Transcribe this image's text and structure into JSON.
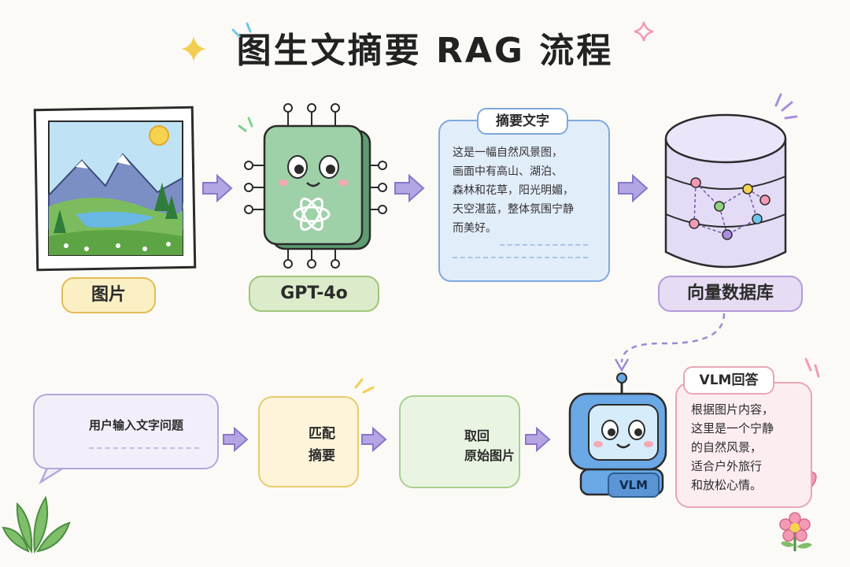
{
  "title": "图生文摘要 RAG 流程",
  "steps": {
    "image": {
      "label": "图片"
    },
    "gpt": {
      "label": "GPT-4o"
    },
    "summary": {
      "label": "摘要文字",
      "lines": [
        "这是一幅自然风景图，",
        "画面中有高山、湖泊、",
        "森林和花草，阳光明媚，",
        "天空湛蓝，整体氛围宁静",
        "而美好。"
      ]
    },
    "db": {
      "label": "向量数据库"
    },
    "user": {
      "label": "用户输入文字问题"
    },
    "match": {
      "line1": "匹配",
      "line2": "摘要"
    },
    "fetch": {
      "line1": "取回",
      "line2": "原始图片"
    },
    "vlm": {
      "label": "VLM"
    },
    "answer": {
      "label": "VLM回答",
      "lines": [
        "根据图片内容，",
        "这里是一个宁静",
        "的自然风景，",
        "适合户外旅行",
        "和放松心情。"
      ]
    }
  },
  "colors": {
    "arrow": "#9d8ad3",
    "yellow": "#e3bd55",
    "green": "#9fc57a",
    "blue": "#7fa8de",
    "purple": "#b39bd8",
    "pink": "#e8a6b7"
  }
}
